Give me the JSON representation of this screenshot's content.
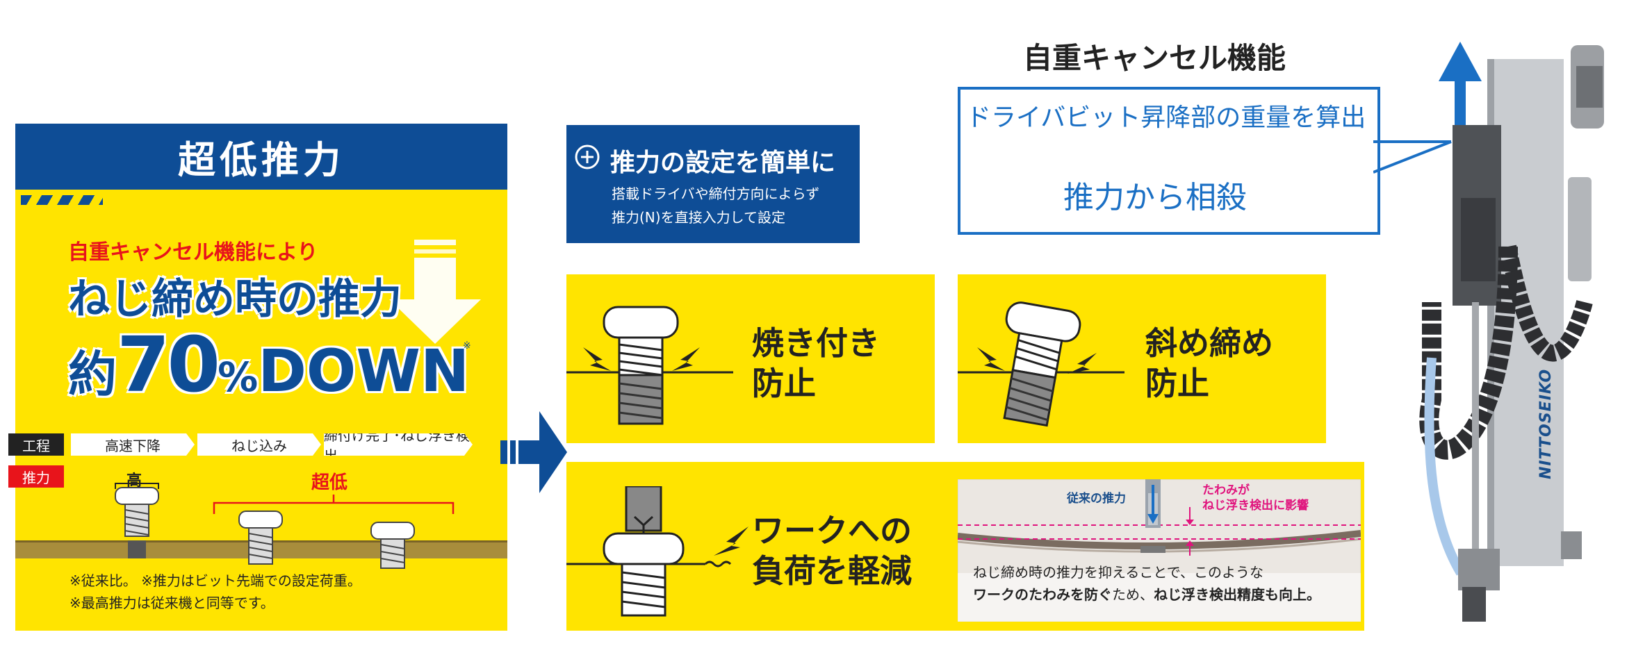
{
  "left": {
    "title": "超低推力",
    "intro": "自重キャンセル機能により",
    "headline_line1": "ねじ締め時の推力",
    "headline_prefix": "約",
    "headline_value": "70",
    "headline_unit": "%",
    "headline_suffix": "DOWN",
    "headline_note": "※",
    "process_label": "工程",
    "thrust_label": "推力",
    "stages": [
      "高速下降",
      "ねじ込み",
      "締付け完了･ねじ浮き検出"
    ],
    "thrust_high": "高",
    "thrust_low": "超低",
    "footnote_line1": "※従来比。 ※推力はビット先端での設定荷重。",
    "footnote_line2": "※最高推力は従来機と同等です。"
  },
  "setting": {
    "icon": "plus-circle-icon",
    "title": "推力の設定を簡単に",
    "desc_line1": "搭載ドライバや締付方向によらず",
    "desc_line2": "推力(N)を直接入力して設定"
  },
  "features": [
    {
      "line1": "焼き付き",
      "line2": "防止"
    },
    {
      "line1": "斜め締め",
      "line2": "防止"
    },
    {
      "line1": "ワークへの",
      "line2": "負荷を軽減"
    }
  ],
  "photo": {
    "label_force": "従来の推力",
    "label_deflect_1": "たわみが",
    "label_deflect_2": "ねじ浮き検出に影響",
    "note_line1": "ねじ締め時の推力を抑えることで、このような",
    "note_line2_bold1": "ワークのたわみを防ぐ",
    "note_line2_mid": "ため、",
    "note_line2_bold2": "ねじ浮き検出精度も向上。"
  },
  "right": {
    "title": "自重キャンセル機能",
    "callout_line1": "ドライバビット昇降部の重量を算出",
    "callout_line2": "推力から相殺",
    "brand": "NITTOSEIKO"
  },
  "colors": {
    "brand_blue": "#0e4d96",
    "yellow": "#ffe400",
    "red": "#e8141b",
    "callout_blue": "#1a6fc4"
  }
}
